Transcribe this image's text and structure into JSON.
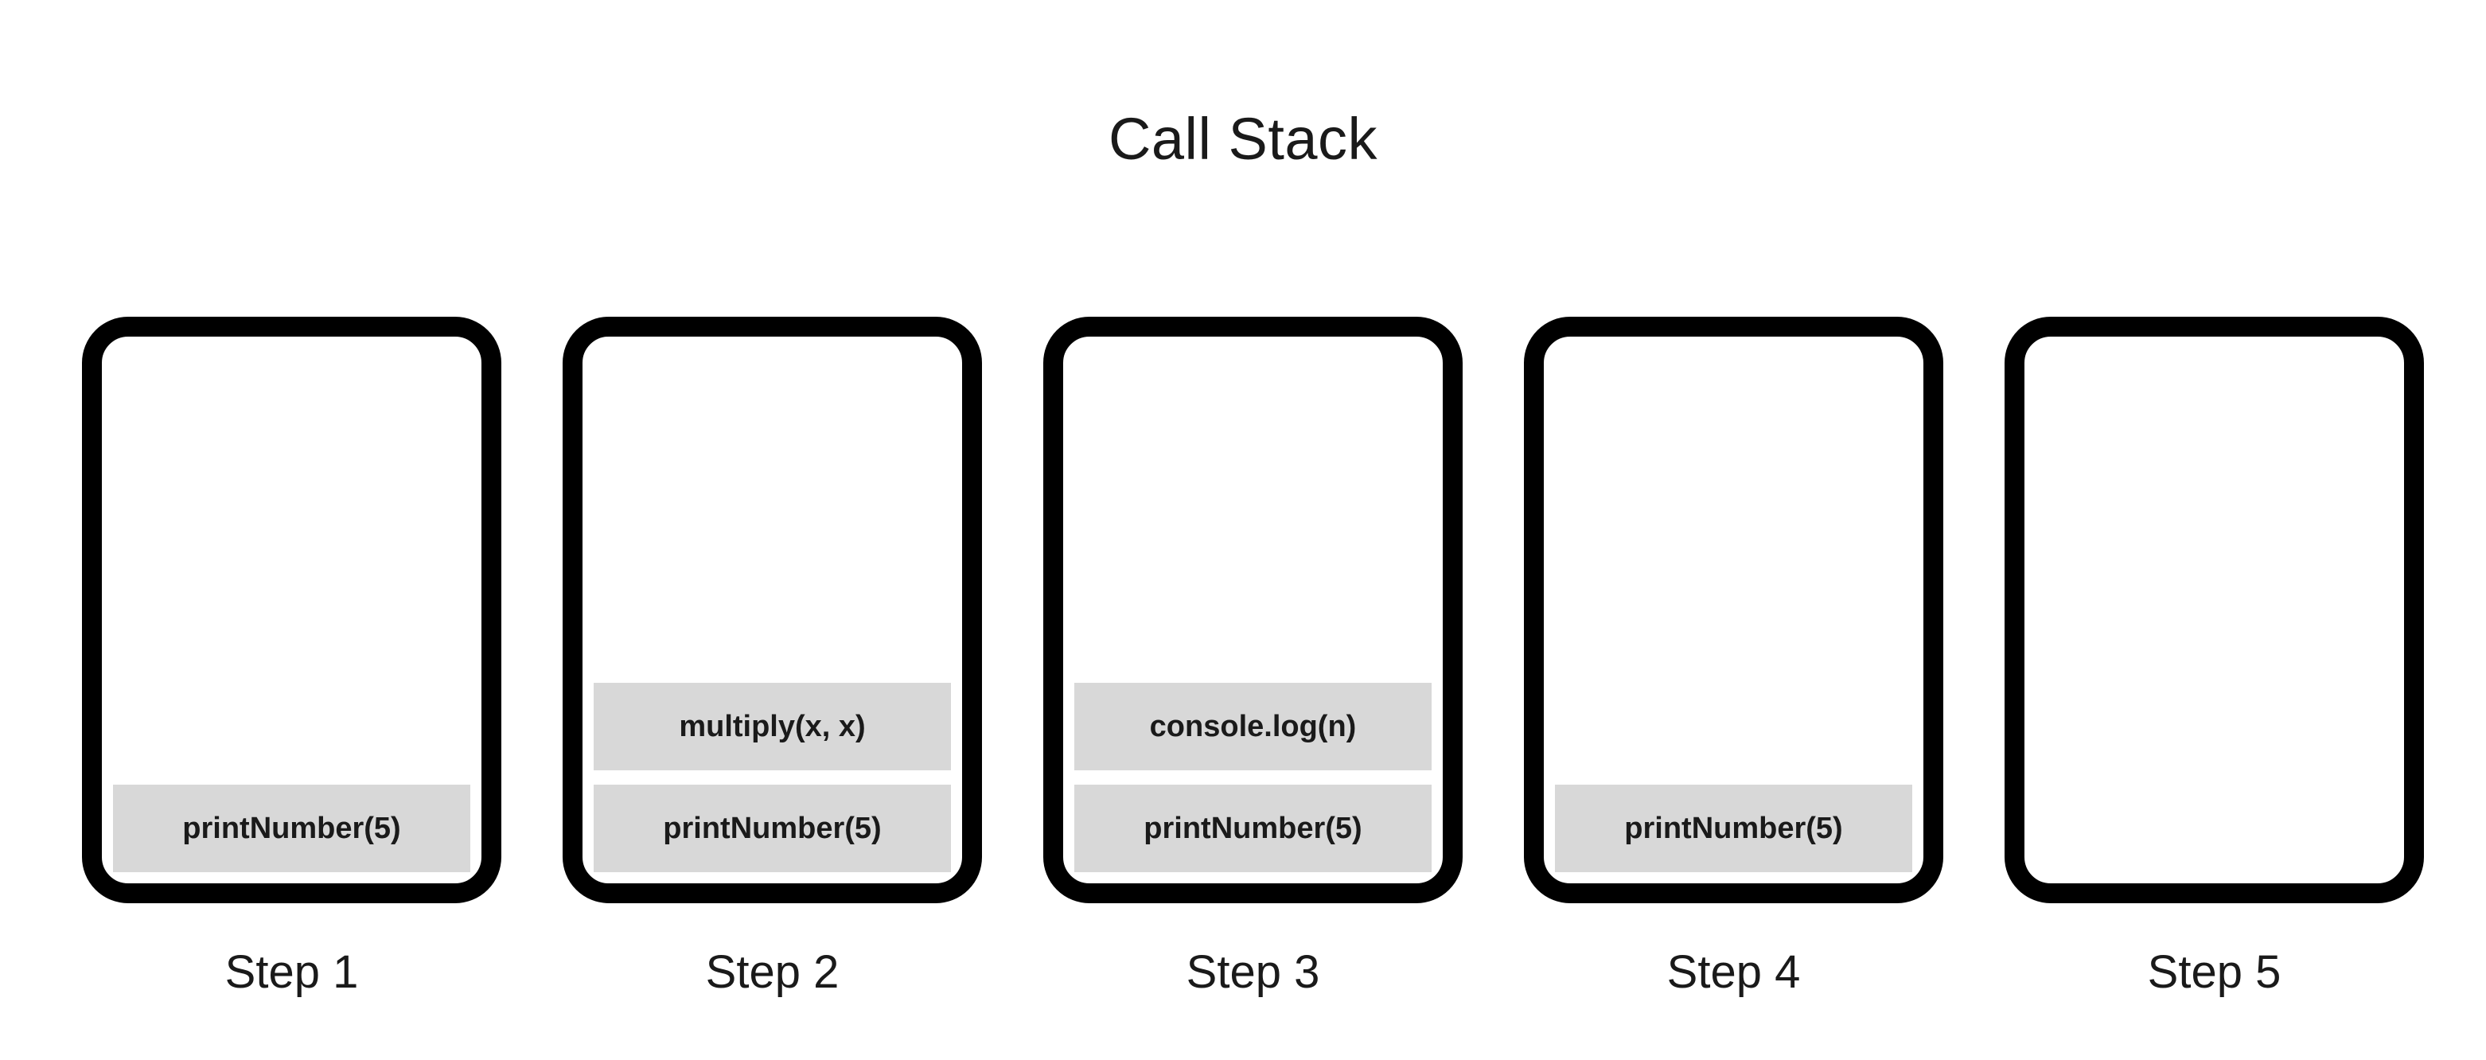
{
  "title": "Call Stack",
  "colors": {
    "background": "#ffffff",
    "box_border": "#000000",
    "frame_bg": "#d8d8d8",
    "text": "#1a1a1a"
  },
  "steps": [
    {
      "label": "Step 1",
      "frames": [
        "printNumber(5)"
      ]
    },
    {
      "label": "Step 2",
      "frames": [
        "multiply(x, x)",
        "printNumber(5)"
      ]
    },
    {
      "label": "Step 3",
      "frames": [
        "console.log(n)",
        "printNumber(5)"
      ]
    },
    {
      "label": "Step 4",
      "frames": [
        "printNumber(5)"
      ]
    },
    {
      "label": "Step 5",
      "frames": []
    }
  ]
}
